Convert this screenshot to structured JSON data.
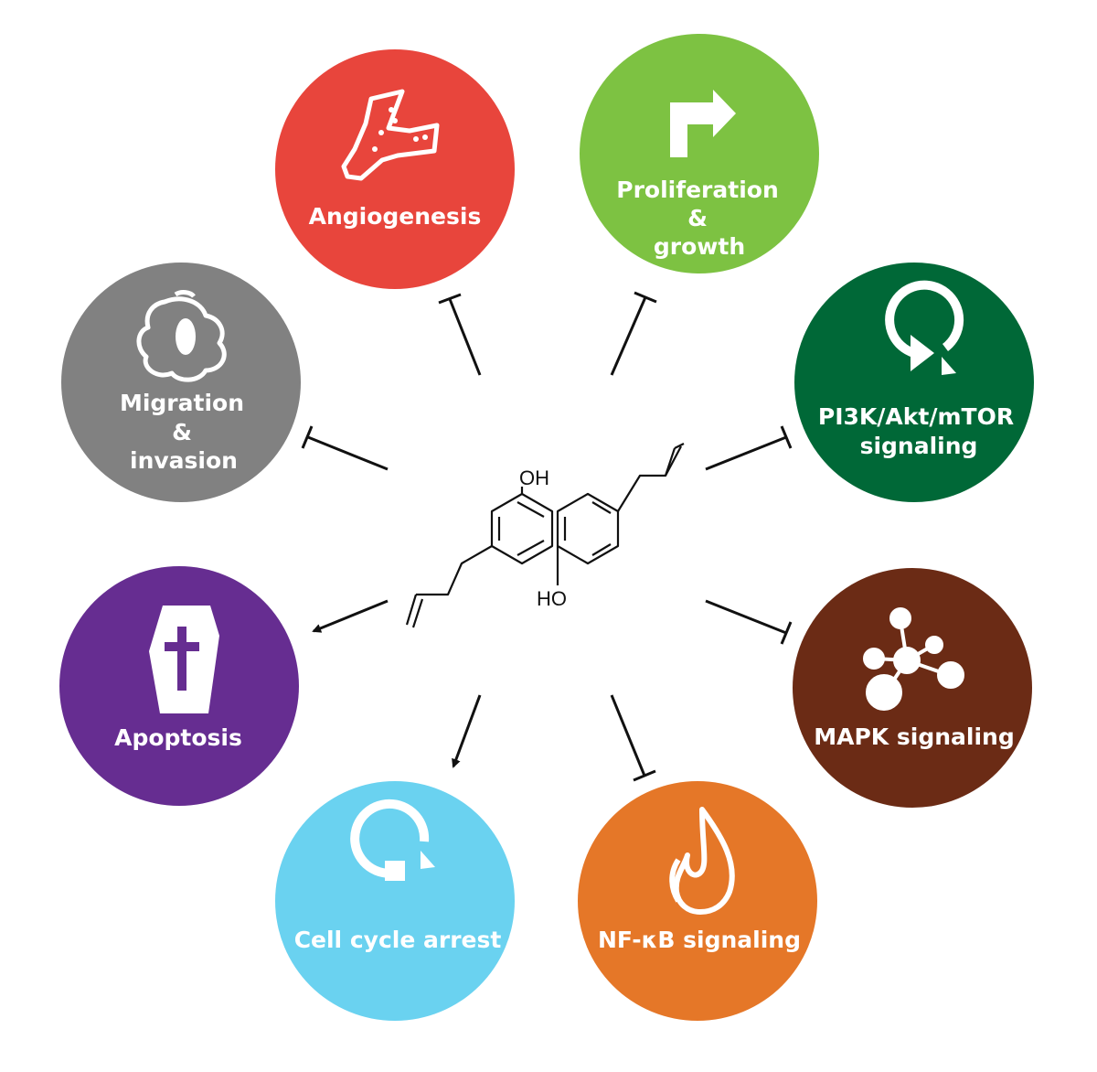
{
  "molecule": {
    "labels": [
      "OH",
      "HO"
    ]
  },
  "colors": {
    "angiogenesis": "#E8453C",
    "proliferation": "#7DC242",
    "pi3k": "#006837",
    "mapk": "#6B2B15",
    "nfkb": "#E57728",
    "cellcycle": "#6AD2F0",
    "apoptosis": "#662D91",
    "migration": "#818181"
  },
  "nodes": [
    {
      "id": "angiogenesis",
      "lines": [
        "Angiogenesis"
      ],
      "icon": "blood-vessel-icon",
      "effect": "inhibit"
    },
    {
      "id": "proliferation",
      "lines": [
        "Proliferation",
        "&",
        "growth"
      ],
      "icon": "turn-right-arrow-icon",
      "effect": "inhibit"
    },
    {
      "id": "pi3k",
      "lines": [
        "PI3K/Akt/mTOR",
        "signaling"
      ],
      "icon": "play-cycle-icon",
      "effect": "inhibit"
    },
    {
      "id": "mapk",
      "lines": [
        "MAPK signaling"
      ],
      "icon": "molecule-network-icon",
      "effect": "inhibit"
    },
    {
      "id": "nfkb",
      "lines": [
        "NF-κB signaling"
      ],
      "icon": "flame-icon",
      "effect": "inhibit"
    },
    {
      "id": "cellcycle",
      "lines": [
        "Cell cycle arrest"
      ],
      "icon": "stop-cycle-icon",
      "effect": "activate"
    },
    {
      "id": "apoptosis",
      "lines": [
        "Apoptosis"
      ],
      "icon": "coffin-icon",
      "effect": "activate"
    },
    {
      "id": "migration",
      "lines": [
        "Migration",
        "&",
        "invasion"
      ],
      "icon": "cell-icon",
      "effect": "inhibit"
    }
  ]
}
